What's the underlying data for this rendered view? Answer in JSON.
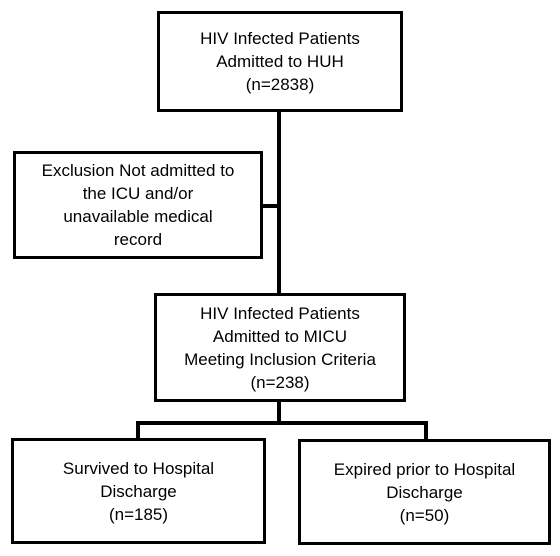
{
  "nodes": {
    "admitted_huh": {
      "text": "HIV Infected Patients\nAdmitted to HUH\n(n=2838)"
    },
    "exclusion": {
      "text": "Exclusion Not admitted to\nthe ICU and/or\nunavailable medical\nrecord"
    },
    "admitted_micu": {
      "text": "HIV Infected Patients\nAdmitted to MICU\nMeeting Inclusion Criteria\n(n=238)"
    },
    "survived": {
      "text": "Survived to Hospital\nDischarge\n(n=185)"
    },
    "expired": {
      "text": "Expired prior to Hospital\nDischarge\n(n=50)"
    }
  },
  "edges": [
    {
      "from": "admitted_huh",
      "to": "admitted_micu"
    },
    {
      "from": "exclusion",
      "to": "trunk"
    },
    {
      "from": "admitted_micu",
      "to": "survived"
    },
    {
      "from": "admitted_micu",
      "to": "expired"
    }
  ]
}
